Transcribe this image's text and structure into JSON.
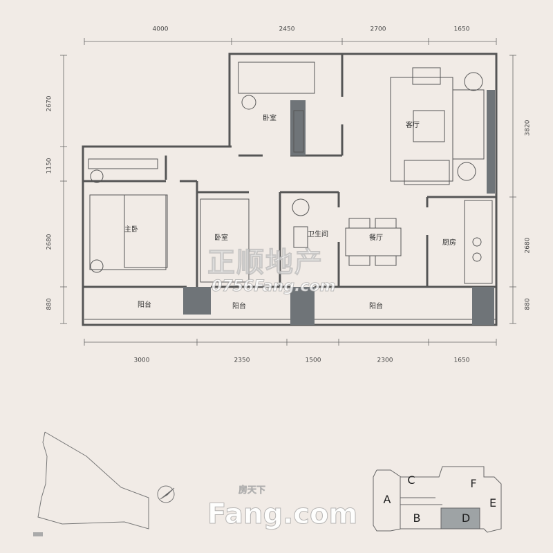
{
  "rooms": {
    "bedroom_top": "卧室",
    "living_room": "客厅",
    "master_bedroom": "主卧",
    "bedroom_mid": "卧室",
    "bathroom": "卫生间",
    "dining_room": "餐厅",
    "kitchen": "厨房",
    "balcony_left": "阳台",
    "balcony_mid": "阳台",
    "balcony_right": "阳台"
  },
  "dimensions": {
    "top": [
      "4000",
      "2450",
      "2700",
      "1650"
    ],
    "bottom": [
      "3000",
      "2350",
      "1500",
      "2300",
      "1650"
    ],
    "left": [
      "2670",
      "1150",
      "2680",
      "880"
    ],
    "right": [
      "3820",
      "2680",
      "880"
    ]
  },
  "watermark": {
    "line1": "正顺地产",
    "line2": "0756Fang.com"
  },
  "building_key": {
    "blocks": [
      "A",
      "B",
      "C",
      "D",
      "E",
      "F"
    ],
    "highlighted": "D",
    "highlight_color": "#9ea3a5"
  },
  "logo": {
    "cn": "房天下",
    "en": "Fang.com"
  },
  "colors": {
    "background": "#f1ebe6",
    "wall": "#555555",
    "column": "#6f7478"
  }
}
